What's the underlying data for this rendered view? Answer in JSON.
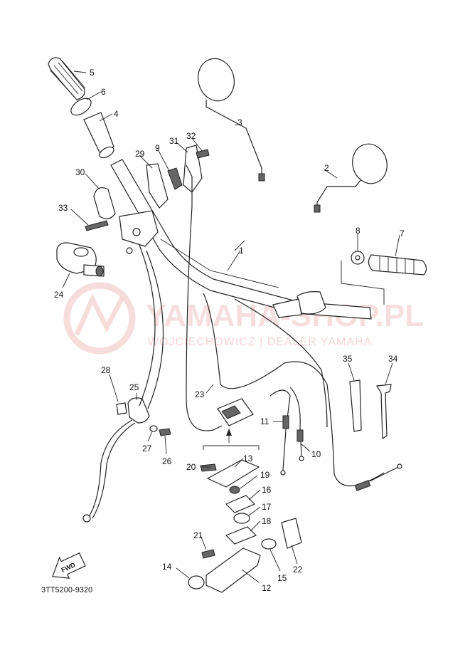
{
  "watermark": {
    "brand": "YAMAHA-SHOP.PL",
    "dealer": "WOJCIECHOWICZ | DEALER YAMAHA"
  },
  "diagram_code": "3TT5200-9320",
  "fwd_label": "FWD",
  "callouts": [
    {
      "id": "p1",
      "label": "1"
    },
    {
      "id": "p2",
      "label": "2"
    },
    {
      "id": "p3",
      "label": "3"
    },
    {
      "id": "p4",
      "label": "4"
    },
    {
      "id": "p5",
      "label": "5"
    },
    {
      "id": "p6",
      "label": "6"
    },
    {
      "id": "p7",
      "label": "7"
    },
    {
      "id": "p8",
      "label": "8"
    },
    {
      "id": "p9",
      "label": "9"
    },
    {
      "id": "p10",
      "label": "10"
    },
    {
      "id": "p11",
      "label": "11"
    },
    {
      "id": "p12",
      "label": "12"
    },
    {
      "id": "p13",
      "label": "13"
    },
    {
      "id": "p14",
      "label": "14"
    },
    {
      "id": "p15",
      "label": "15"
    },
    {
      "id": "p16",
      "label": "16"
    },
    {
      "id": "p17",
      "label": "17"
    },
    {
      "id": "p18",
      "label": "18"
    },
    {
      "id": "p19",
      "label": "19"
    },
    {
      "id": "p20",
      "label": "20"
    },
    {
      "id": "p21",
      "label": "21"
    },
    {
      "id": "p22",
      "label": "22"
    },
    {
      "id": "p23",
      "label": "23"
    },
    {
      "id": "p24",
      "label": "24"
    },
    {
      "id": "p25",
      "label": "25"
    },
    {
      "id": "p26",
      "label": "26"
    },
    {
      "id": "p27",
      "label": "27"
    },
    {
      "id": "p28",
      "label": "28"
    },
    {
      "id": "p29",
      "label": "29"
    },
    {
      "id": "p30",
      "label": "30"
    },
    {
      "id": "p31",
      "label": "31"
    },
    {
      "id": "p32",
      "label": "32"
    },
    {
      "id": "p33",
      "label": "33"
    },
    {
      "id": "p34",
      "label": "34"
    },
    {
      "id": "p35",
      "label": "35"
    }
  ]
}
